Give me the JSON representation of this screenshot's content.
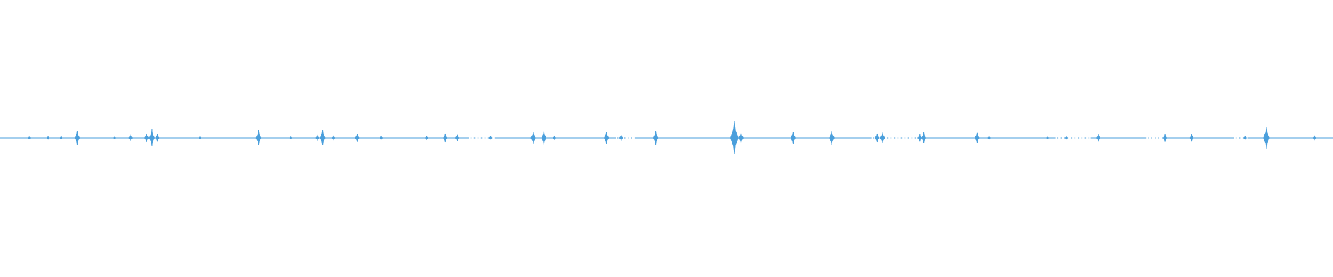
{
  "waveform": {
    "color": "#4a9fdc",
    "background": "#ffffff",
    "baseline_width": 1.1,
    "peaks": [
      {
        "t": 0.022,
        "a": 0.006
      },
      {
        "t": 0.036,
        "a": 0.01
      },
      {
        "t": 0.046,
        "a": 0.006
      },
      {
        "t": 0.058,
        "a": 0.05
      },
      {
        "t": 0.086,
        "a": 0.008
      },
      {
        "t": 0.098,
        "a": 0.022
      },
      {
        "t": 0.11,
        "a": 0.03
      },
      {
        "t": 0.114,
        "a": 0.06
      },
      {
        "t": 0.118,
        "a": 0.026
      },
      {
        "t": 0.15,
        "a": 0.006
      },
      {
        "t": 0.194,
        "a": 0.055
      },
      {
        "t": 0.218,
        "a": 0.006
      },
      {
        "t": 0.238,
        "a": 0.018
      },
      {
        "t": 0.242,
        "a": 0.055
      },
      {
        "t": 0.25,
        "a": 0.014
      },
      {
        "t": 0.268,
        "a": 0.028
      },
      {
        "t": 0.286,
        "a": 0.01
      },
      {
        "t": 0.32,
        "a": 0.012
      },
      {
        "t": 0.334,
        "a": 0.03
      },
      {
        "t": 0.343,
        "a": 0.02
      },
      {
        "t": 0.368,
        "a": 0.01
      },
      {
        "t": 0.4,
        "a": 0.045
      },
      {
        "t": 0.408,
        "a": 0.05
      },
      {
        "t": 0.416,
        "a": 0.012
      },
      {
        "t": 0.455,
        "a": 0.045
      },
      {
        "t": 0.466,
        "a": 0.02
      },
      {
        "t": 0.492,
        "a": 0.05
      },
      {
        "t": 0.551,
        "a": 0.12
      },
      {
        "t": 0.556,
        "a": 0.04
      },
      {
        "t": 0.595,
        "a": 0.045
      },
      {
        "t": 0.624,
        "a": 0.05
      },
      {
        "t": 0.658,
        "a": 0.03
      },
      {
        "t": 0.662,
        "a": 0.038
      },
      {
        "t": 0.69,
        "a": 0.026
      },
      {
        "t": 0.693,
        "a": 0.04
      },
      {
        "t": 0.733,
        "a": 0.036
      },
      {
        "t": 0.742,
        "a": 0.012
      },
      {
        "t": 0.786,
        "a": 0.008
      },
      {
        "t": 0.8,
        "a": 0.01
      },
      {
        "t": 0.824,
        "a": 0.026
      },
      {
        "t": 0.874,
        "a": 0.028
      },
      {
        "t": 0.894,
        "a": 0.024
      },
      {
        "t": 0.934,
        "a": 0.01
      },
      {
        "t": 0.95,
        "a": 0.08
      },
      {
        "t": 0.986,
        "a": 0.014
      }
    ],
    "gaps": [
      {
        "start": 0.352,
        "end": 0.372
      },
      {
        "start": 0.462,
        "end": 0.476
      },
      {
        "start": 0.654,
        "end": 0.688
      },
      {
        "start": 0.792,
        "end": 0.818
      },
      {
        "start": 0.86,
        "end": 0.872
      },
      {
        "start": 0.926,
        "end": 0.936
      }
    ]
  }
}
